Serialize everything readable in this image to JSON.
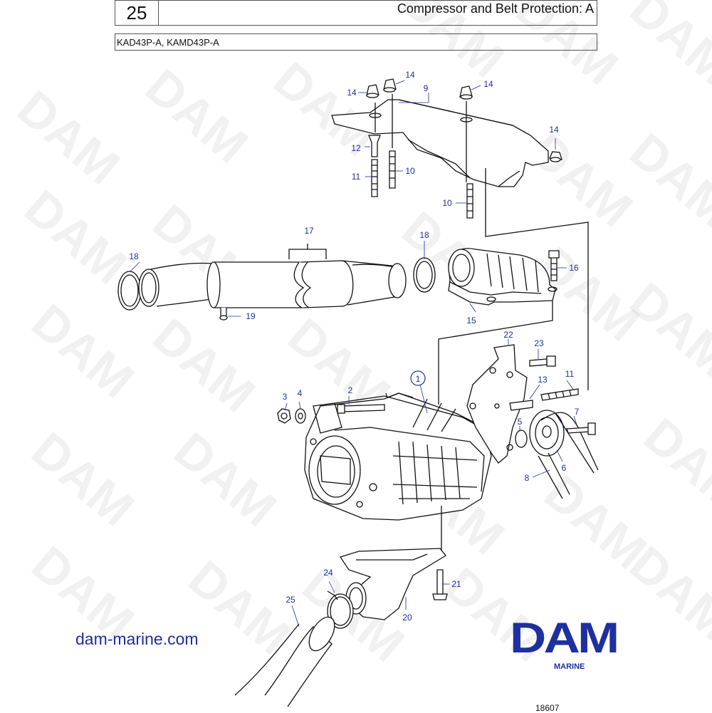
{
  "header": {
    "page_number": "25",
    "title": "Compressor and Belt Protection: A",
    "models": "KAD43P-A, KAMD43P-A"
  },
  "callouts": {
    "c1": "1",
    "c2": "2",
    "c3": "3",
    "c4": "4",
    "c5": "5",
    "c6": "6",
    "c7": "7",
    "c8": "8",
    "c9": "9",
    "c10a": "10",
    "c10b": "10",
    "c11a": "11",
    "c11b": "11",
    "c12": "12",
    "c13": "13",
    "c14a": "14",
    "c14b": "14",
    "c14c": "14",
    "c14d": "14",
    "c15": "15",
    "c16": "16",
    "c17": "17",
    "c18a": "18",
    "c18b": "18",
    "c19": "19",
    "c20": "20",
    "c21": "21",
    "c22": "22",
    "c23": "23",
    "c24": "24",
    "c25": "25"
  },
  "watermark_text": "DAM",
  "footer": {
    "website": "dam-marine.com",
    "logo_text": "DAM",
    "logo_subtitle": "MARINE",
    "figure_number": "18607"
  },
  "colors": {
    "brand_blue": "#1e2fa0",
    "line": "#111111"
  }
}
